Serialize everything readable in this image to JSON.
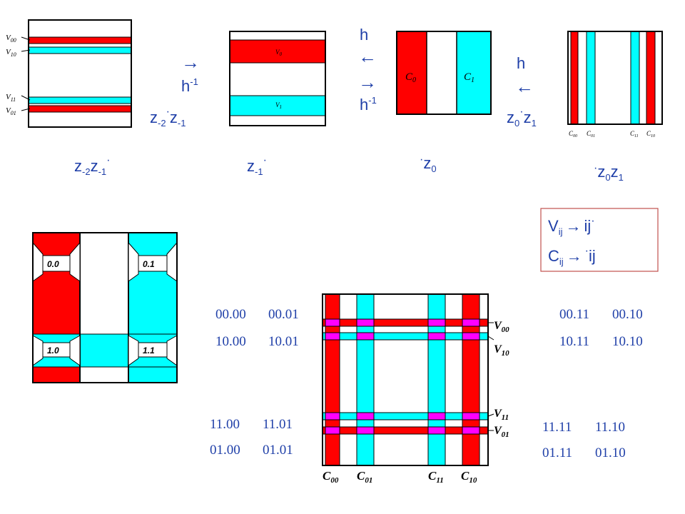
{
  "colors": {
    "red": "#ff0000",
    "cyan": "#00ffff",
    "magenta": "#ff00ff",
    "text_blue": "#1f3fa8",
    "legend_border": "#c0504d"
  },
  "panel1": {
    "labels": {
      "v00": "V",
      "v00s": "00",
      "v10": "V",
      "v10s": "10",
      "v11": "V",
      "v11s": "11",
      "v01": "V",
      "v01s": "01"
    },
    "caption": {
      "a": "z",
      "as": "-2",
      "b": "z",
      "bs": "-1",
      "dot": "·"
    }
  },
  "arrow1": {
    "arrow": "→",
    "h": "h",
    "exp": "-1"
  },
  "map1": {
    "a": "z",
    "as": "-2",
    "dot": "·",
    "b": "z",
    "bs": "-1"
  },
  "panel2": {
    "labels": {
      "v0": "V",
      "v0s": "0",
      "v1": "V",
      "v1s": "1"
    },
    "caption": {
      "a": "z",
      "as": "-1",
      "dot": "·"
    }
  },
  "arrow2": {
    "h": "h",
    "left": "←",
    "right": "→",
    "hinv": "h",
    "exp": "-1"
  },
  "panel3": {
    "labels": {
      "c0": "C",
      "c0s": "0",
      "c1": "C",
      "c1s": "1"
    },
    "caption": {
      "dot": "·",
      "a": "z",
      "as": "0"
    }
  },
  "arrow3": {
    "h": "h",
    "left": "←"
  },
  "map3": {
    "a": "z",
    "as": "0",
    "dot": "·",
    "b": "z",
    "bs": "1"
  },
  "panel4": {
    "labels": {
      "c00": "C",
      "c00s": "00",
      "c01": "C",
      "c01s": "01",
      "c11": "C",
      "c11s": "11",
      "c10": "C",
      "c10s": "10"
    },
    "caption": {
      "dot": "·",
      "a": "z",
      "as": "0",
      "b": "z",
      "bs": "1"
    }
  },
  "legend": {
    "l1": {
      "a": "V",
      "as": "ij",
      "arrow": "→",
      "b": "ij",
      "dot": "·"
    },
    "l2": {
      "a": "C",
      "as": "ij",
      "arrow": "→",
      "dot": "·",
      "b": "ij"
    }
  },
  "quad": {
    "q00": "0.0",
    "q01": "0.1",
    "q10": "1.0",
    "q11": "1.1"
  },
  "grid": {
    "rows": {
      "v00": "V",
      "v00s": "00",
      "v10": "V",
      "v10s": "10",
      "v11": "V",
      "v11s": "11",
      "v01": "V",
      "v01s": "01"
    },
    "cols": {
      "c00": "C",
      "c00s": "00",
      "c01": "C",
      "c01s": "01",
      "c11": "C",
      "c11s": "11",
      "c10": "C",
      "c10s": "10"
    }
  },
  "codes": {
    "tl": [
      [
        "00.00",
        "00.01"
      ],
      [
        "10.00",
        "10.01"
      ]
    ],
    "bl": [
      [
        "11.00",
        "11.01"
      ],
      [
        "01.00",
        "01.01"
      ]
    ],
    "tr": [
      [
        "00.11",
        "00.10"
      ],
      [
        "10.11",
        "10.10"
      ]
    ],
    "br": [
      [
        "11.11",
        "11.10"
      ],
      [
        "01.11",
        "01.10"
      ]
    ]
  }
}
